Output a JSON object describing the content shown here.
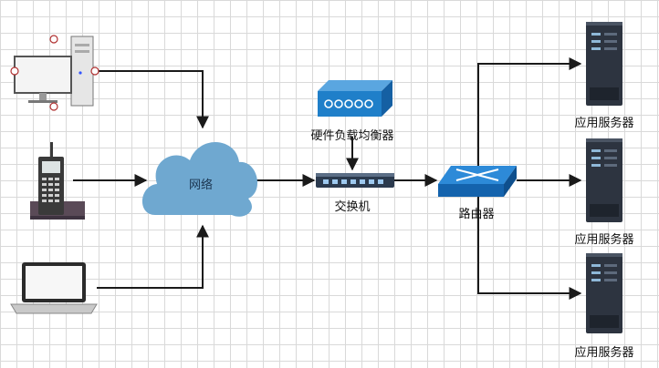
{
  "nodes": {
    "network": "网络",
    "load_balancer": "硬件负载均衡器",
    "switch": "交换机",
    "router": "路由器",
    "server_1": "应用服务器",
    "server_2": "应用服务器",
    "server_3": "应用服务器"
  },
  "colors": {
    "cloud": "#6fa8d0",
    "device_blue": "#1f7fc9",
    "server_dark": "#2d3440",
    "arrow": "#1a1a1a"
  }
}
